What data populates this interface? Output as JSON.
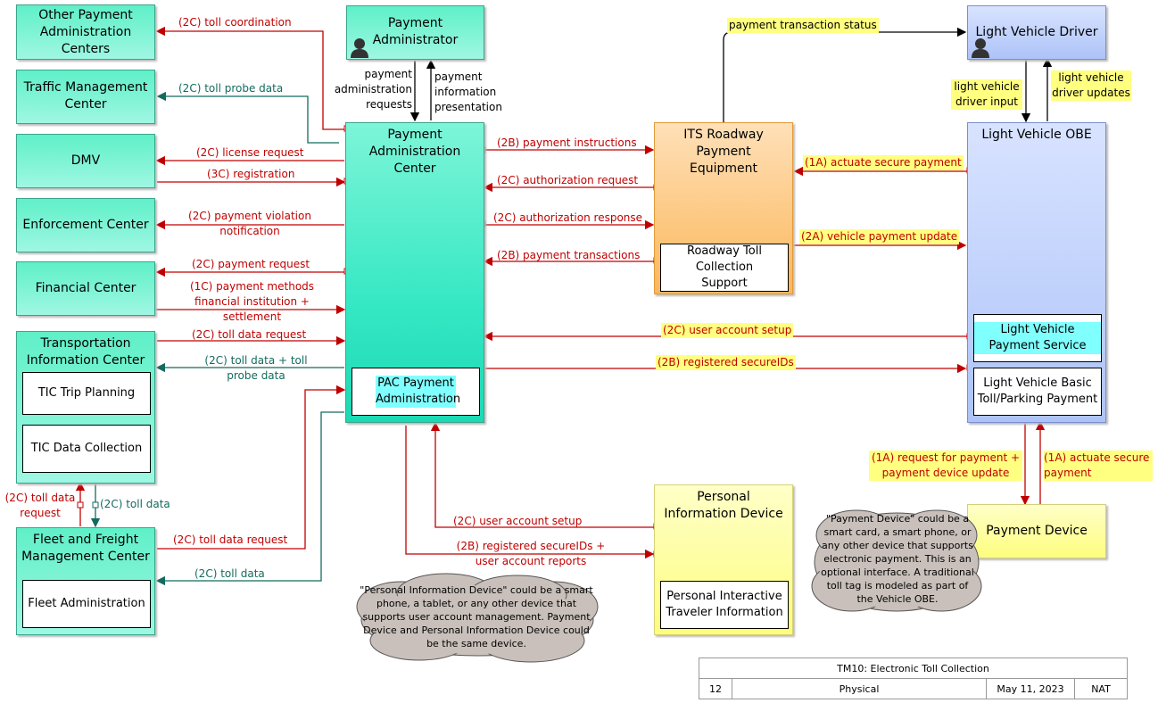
{
  "entities": {
    "other_payment": "Other Payment Administration Centers",
    "traffic_mgmt": "Traffic Management Center",
    "dmv": "DMV",
    "enforcement": "Enforcement Center",
    "financial": "Financial Center",
    "tic": "Transportation Information Center",
    "tic_trip": "TIC Trip Planning",
    "tic_data": "TIC Data Collection",
    "fleet": "Fleet and Freight Management Center",
    "fleet_admin": "Fleet Administration",
    "payment_admin": "Payment Administrator",
    "pac": "Payment Administration Center",
    "pac_sub": "PAC Payment Administration",
    "its_roadway": "ITS Roadway Payment Equipment",
    "roadway_toll": "Roadway Toll Collection Support",
    "lv_driver": "Light Vehicle Driver",
    "lv_obe": "Light Vehicle OBE",
    "lv_payment_service": "Light Vehicle Payment Service",
    "lv_basic_toll": "Light Vehicle Basic Toll/Parking Payment",
    "pid": "Personal Information Device",
    "pid_sub": "Personal Interactive Traveler Information",
    "payment_device": "Payment Device"
  },
  "flows": {
    "toll_coordination": "(2C) toll coordination",
    "toll_probe_data": "(2C) toll probe data",
    "license_request": "(2C) license request",
    "registration": "(3C) registration",
    "payment_violation": "(2C) payment violation notification",
    "payment_request": "(2C) payment request",
    "payment_methods": "(1C) payment methods financial institution + settlement",
    "toll_data_request_tic": "(2C) toll data request",
    "toll_data_probe": "(2C) toll data + toll probe data",
    "toll_data_request_fleet_left": "(2C) toll data request",
    "toll_data_fleet_left": "(2C) toll data",
    "toll_data_request_fleet": "(2C) toll data request",
    "toll_data_fleet": "(2C) toll data",
    "payment_admin_requests": "payment administration requests",
    "payment_info_presentation": "payment information presentation",
    "payment_instructions": "(2B) payment instructions",
    "authorization_request": "(2C) authorization request",
    "authorization_response": "(2C) authorization response",
    "payment_transactions": "(2B) payment transactions",
    "payment_transaction_status": "payment transaction status",
    "actuate_secure_payment": "(1A) actuate secure payment",
    "vehicle_payment_update": "(2A) vehicle payment update",
    "user_account_setup_lv": "(2C) user account setup",
    "registered_secureids_lv": "(2B) registered secureIDs",
    "lv_driver_input": "light vehicle driver input",
    "lv_driver_updates": "light vehicle driver updates",
    "request_for_payment": "(1A) request for payment + payment device update",
    "actuate_secure_payment_pd": "(1A) actuate secure payment",
    "user_account_setup_pid": "(2C) user account setup",
    "registered_secureids_pid": "(2B) registered secureIDs + user account reports"
  },
  "notes": {
    "pid_note": "\"Personal Information Device\" could be a smart phone, a tablet, or any other device that supports user account management. Payment Device and Personal Information Device could be the same device.",
    "pd_note": "\"Payment Device\" could be a smart card, a smart phone, or any other device that supports electronic payment.  This is an optional interface. A traditional toll tag is modeled as part of the Vehicle OBE."
  },
  "title_block": {
    "title": "TM10: Electronic Toll Collection",
    "number": "12",
    "view": "Physical",
    "date": "May 11, 2023",
    "org": "NAT"
  },
  "colors": {
    "red_flow": "#c00000",
    "teal_flow": "#136b5e",
    "black_flow": "#000000",
    "highlight": "#ffff80"
  }
}
